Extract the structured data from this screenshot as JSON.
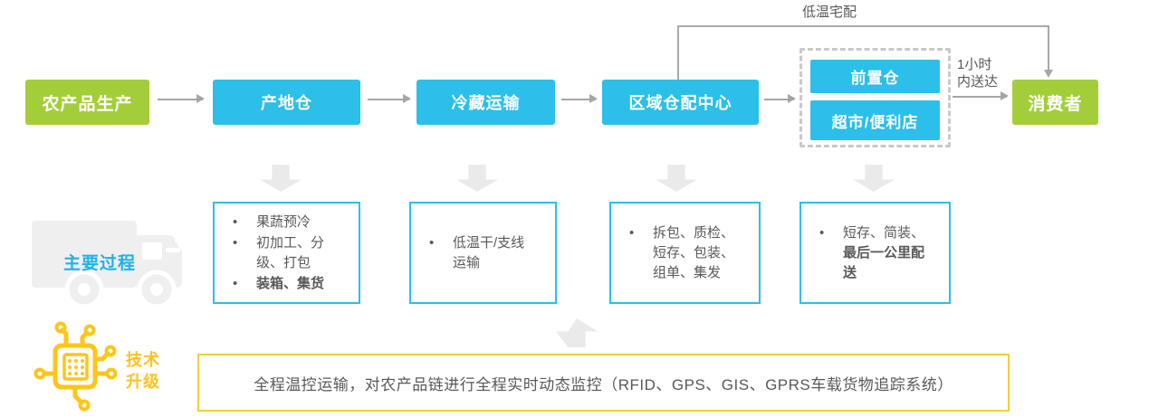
{
  "colors": {
    "cyan": "#2BBFE9",
    "green": "#A4CE39",
    "yellow": "#FFC21D",
    "yellow_border": "#F3CE3B",
    "text_gray": "#595959",
    "arrow_gray": "#A6A6A6",
    "block_arrow_gray": "#EAEAEB"
  },
  "flow": {
    "production": "农产品生产",
    "origin_warehouse": "产地仓",
    "cold_transport": "冷藏运输",
    "regional_center": "区域仓配中心",
    "front_warehouse": "前置仓",
    "supermarket": "超市/便利店",
    "consumer": "消费者",
    "cold_home_delivery": "低温宅配",
    "delivery_time_line1": "1小时",
    "delivery_time_line2": "内送达"
  },
  "process": {
    "section_label": "主要过程",
    "boxes": [
      {
        "bullets": [
          [
            {
              "t": "果蔬预冷",
              "b": 0
            }
          ],
          [
            {
              "t": "初加工、分\n级、打包",
              "b": 0
            }
          ],
          [
            {
              "t": "装箱、集货",
              "b": 1
            }
          ]
        ]
      },
      {
        "bullets": [
          [
            {
              "t": "低温干/支线\n运输",
              "b": 0
            }
          ]
        ]
      },
      {
        "bullets": [
          [
            {
              "t": "拆包、质检、\n短存、包装、\n组单、集发",
              "b": 0
            }
          ]
        ]
      },
      {
        "bullets": [
          [
            {
              "t": "短存、简装、\n",
              "b": 0
            },
            {
              "t": "最后一公里配\n送",
              "b": 1
            }
          ]
        ]
      }
    ]
  },
  "tech": {
    "label_line1": "技术",
    "label_line2": "升级",
    "note": "全程温控运输，对农产品链进行全程实时动态监控（RFID、GPS、GIS、GPRS车载货物追踪系统）"
  }
}
